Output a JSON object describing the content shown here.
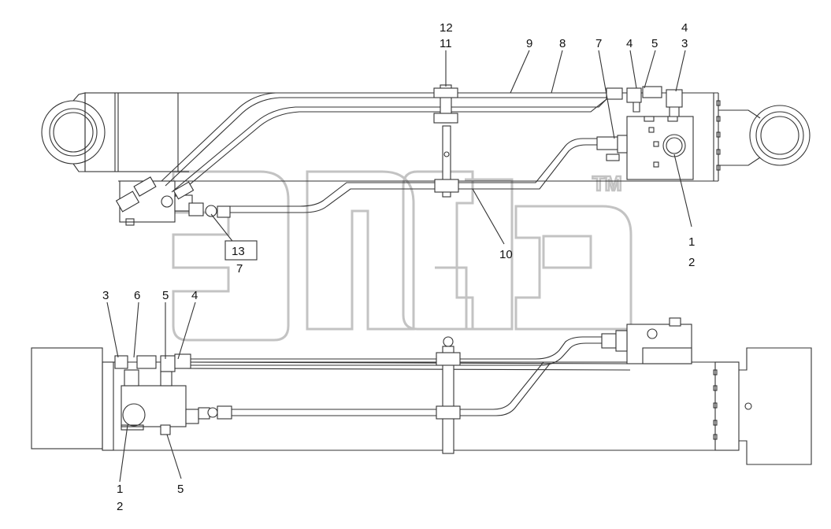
{
  "labels": {
    "top": {
      "l12": "12",
      "l11": "11",
      "l9": "9",
      "l8": "8",
      "l7a": "7",
      "l4": "4",
      "l5": "5",
      "l4b": "4",
      "l3": "3",
      "l1": "1",
      "l2": "2",
      "l10": "10",
      "l13": "13",
      "l7b": "7"
    },
    "bottom": {
      "l3": "3",
      "l6": "6",
      "l5": "5",
      "l4": "4",
      "l1": "1",
      "l2": "2",
      "l5b": "5"
    }
  },
  "watermark": {
    "tm": "TM"
  }
}
